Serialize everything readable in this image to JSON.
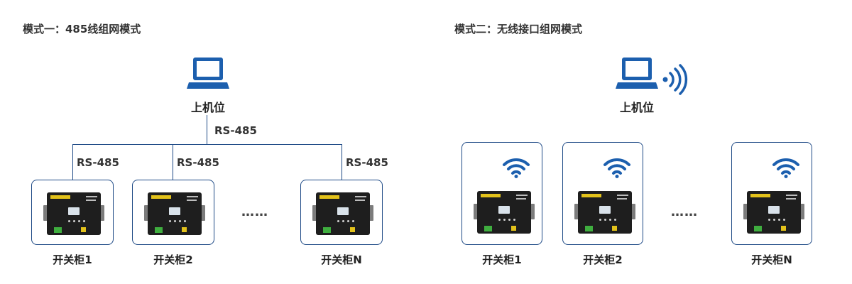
{
  "mode1": {
    "title": "模式一：485线组网模式",
    "host_label": "上机位",
    "trunk_label": "RS-485",
    "branch_labels": [
      "RS-485",
      "RS-485",
      "RS-485"
    ],
    "cabinets": [
      "开关柜1",
      "开关柜2",
      "开关柜N"
    ],
    "ellipsis": "……"
  },
  "mode2": {
    "title": "模式二：无线接口组网模式",
    "host_label": "上机位",
    "cabinets": [
      "开关柜1",
      "开关柜2",
      "开关柜N"
    ],
    "ellipsis": "……"
  },
  "colors": {
    "line": "#1e4a86",
    "icon": "#1c5fae",
    "device_body": "#1e1e1e"
  },
  "icons": [
    "laptop-icon",
    "wireless-signal-icon",
    "wifi-icon"
  ]
}
